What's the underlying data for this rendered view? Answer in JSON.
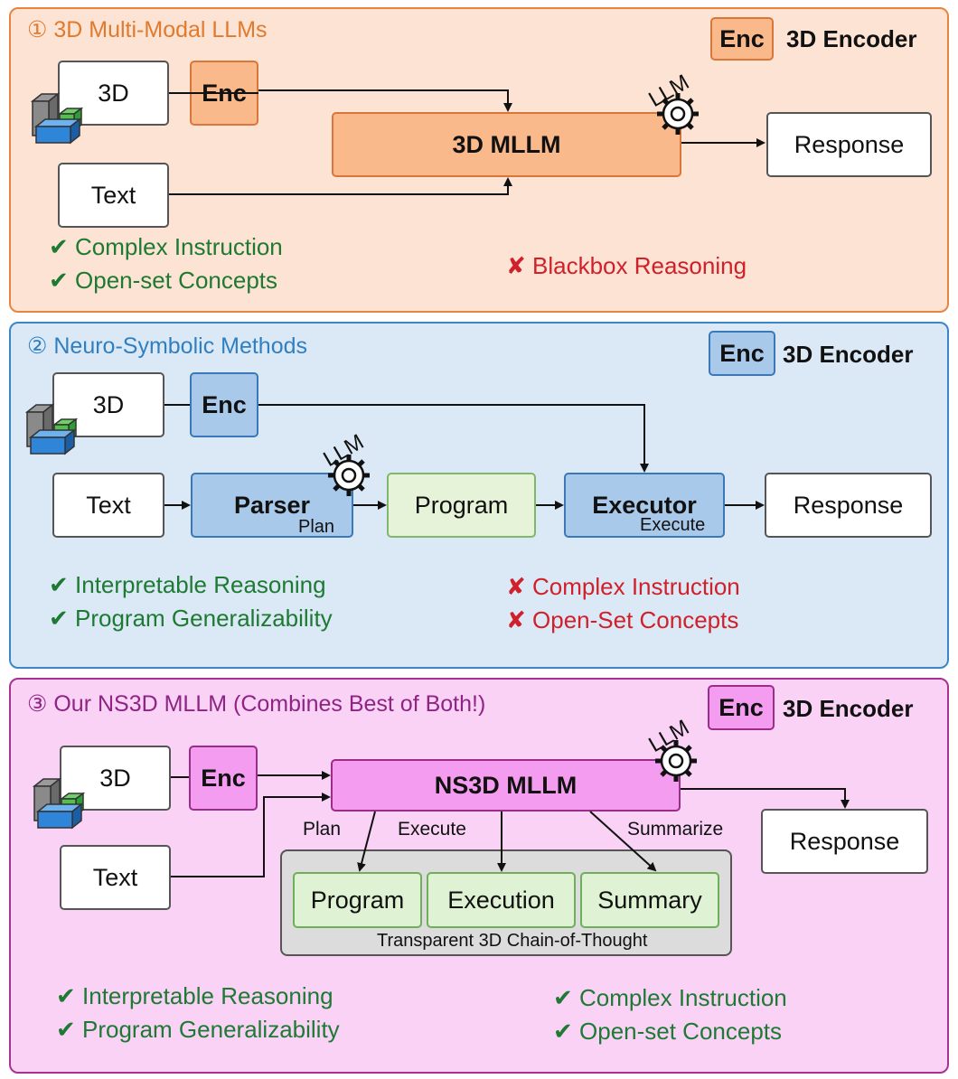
{
  "panel1": {
    "title": "① 3D Multi-Modal LLMs",
    "legend_enc": "Enc",
    "legend_label": "3D Encoder",
    "input_3d": "3D",
    "input_text": "Text",
    "enc": "Enc",
    "model": "3D MLLM",
    "llm": "LLM",
    "response": "Response",
    "pros": [
      "✔ Complex Instruction",
      "✔ Open-set Concepts"
    ],
    "cons": [
      "✘ Blackbox Reasoning"
    ]
  },
  "panel2": {
    "title": "② Neuro-Symbolic Methods",
    "legend_enc": "Enc",
    "legend_label": "3D Encoder",
    "input_3d": "3D",
    "input_text": "Text",
    "enc": "Enc",
    "parser": "Parser",
    "parser_sub": "Plan",
    "llm": "LLM",
    "program": "Program",
    "executor": "Executor",
    "executor_sub": "Execute",
    "response": "Response",
    "pros": [
      "✔ Interpretable Reasoning",
      "✔ Program Generalizability"
    ],
    "cons": [
      "✘ Complex Instruction",
      "✘ Open-Set Concepts"
    ]
  },
  "panel3": {
    "title": "③ Our NS3D MLLM (Combines Best of Both!)",
    "legend_enc": "Enc",
    "legend_label": "3D Encoder",
    "input_3d": "3D",
    "input_text": "Text",
    "enc": "Enc",
    "model": "NS3D MLLM",
    "llm": "LLM",
    "response": "Response",
    "plan": "Plan",
    "execute": "Execute",
    "summarize": "Summarize",
    "program": "Program",
    "execution": "Execution",
    "summary": "Summary",
    "cot_caption": "Transparent 3D Chain-of-Thought",
    "pros_left": [
      "✔ Interpretable Reasoning",
      "✔ Program Generalizability"
    ],
    "pros_right": [
      "✔ Complex Instruction",
      "✔ Open-set Concepts"
    ]
  },
  "colors": {
    "panel1_bg": "#fde3d3",
    "panel1_accent": "#e8843e",
    "panel2_bg": "#dbe9f6",
    "panel2_accent": "#3a86c8",
    "panel3_bg": "#f9d2f6",
    "panel3_accent": "#a8338f",
    "check_green": "#1e7a33",
    "cross_red": "#d0202a"
  }
}
